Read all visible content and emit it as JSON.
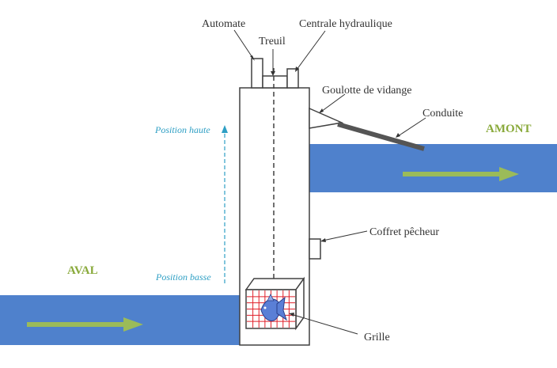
{
  "labels": {
    "automate": "Automate",
    "treuil": "Treuil",
    "centrale": "Centrale hydraulique",
    "goulotte": "Goulotte de vidange",
    "conduite": "Conduite",
    "amont": "AMONT",
    "aval": "AVAL",
    "position_haute": "Position haute",
    "position_basse": "Position basse",
    "coffret": "Coffret pêcheur",
    "grille": "Grille"
  },
  "colors": {
    "water": "#4f81cc",
    "flow_arrow": "#9bbb59",
    "zone_text": "#8aaa3c",
    "position_text": "#2e9fc4",
    "outline": "#404040",
    "grid": "#e0202a",
    "fish": "#5a7fd6"
  }
}
